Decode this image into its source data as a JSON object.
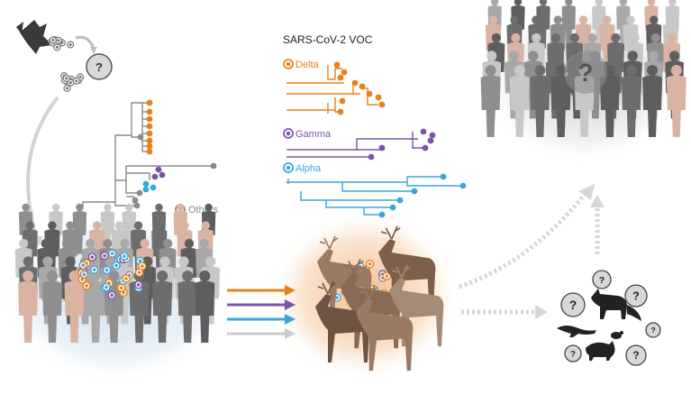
{
  "title": "SARS-CoV-2 VOC",
  "question_mark": "?",
  "variants": [
    {
      "key": "delta",
      "label": "Delta",
      "color": "#e8801c"
    },
    {
      "key": "gamma",
      "label": "Gamma",
      "color": "#7b54a8"
    },
    {
      "key": "alpha",
      "label": "Alpha",
      "color": "#3ba6dc"
    },
    {
      "key": "others",
      "label": "Others",
      "color": "#8c8c8c"
    }
  ],
  "icons": {
    "bat": "bat-icon",
    "virus": "virus-particle-icon",
    "human_crowd": "human-crowd-icon",
    "deer_herd": "deer-herd-icon",
    "animals": [
      "fox-icon",
      "otter-icon",
      "mouse-icon",
      "raccoon-icon"
    ]
  },
  "colors": {
    "people_dark": "#5e5e5e",
    "people_mid": "#8f8f8f",
    "people_light": "#c8c8c8",
    "people_skin": "#d9b4a3",
    "deer_brown": "#8a6a55",
    "glow_blue": "#d6e5f2",
    "glow_orange": "#f0c49a",
    "arrow_grey": "#cccccc"
  }
}
